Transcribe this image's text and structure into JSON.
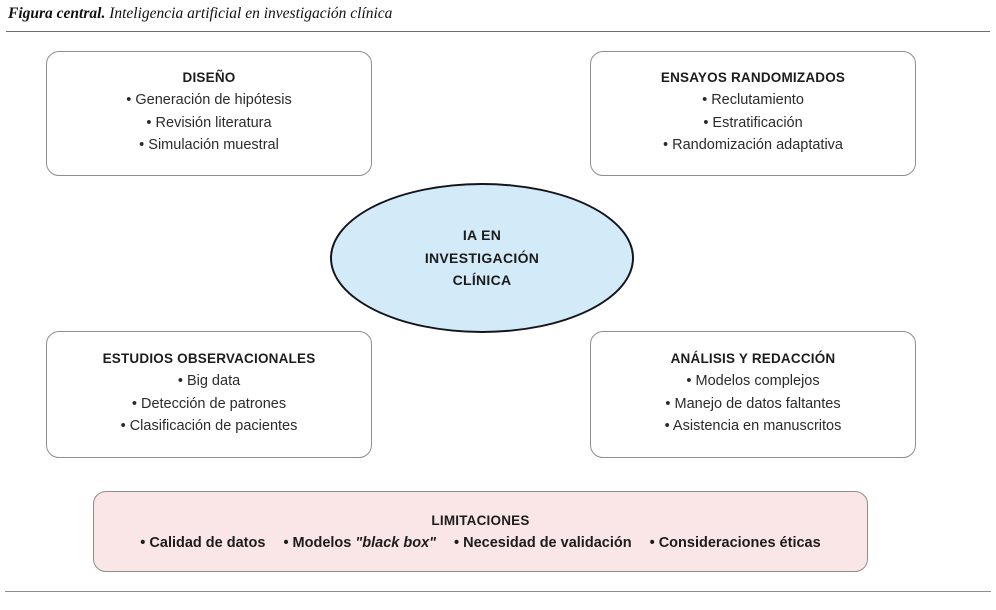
{
  "caption": {
    "label": "Figura central.",
    "text": " Inteligencia artificial en investigación clínica"
  },
  "center": {
    "name": "central-concept",
    "lines": [
      "IA EN",
      "INVESTIGACIÓN",
      "CLÍNICA"
    ],
    "fill_color": "#d3ebf9",
    "border_color": "#14141e"
  },
  "boxes": [
    {
      "id": "diseno",
      "title": "DISEÑO",
      "items": [
        "• Generación de hipótesis",
        "• Revisión literatura",
        "• Simulación muestral"
      ]
    },
    {
      "id": "ensayos",
      "title": "ENSAYOS RANDOMIZADOS",
      "items": [
        "• Reclutamiento",
        "• Estratificación",
        "• Randomización adaptativa"
      ]
    },
    {
      "id": "observacionales",
      "title": "ESTUDIOS OBSERVACIONALES",
      "items": [
        "• Big data",
        "• Detección de patrones",
        "• Clasificación de pacientes"
      ]
    },
    {
      "id": "analisis",
      "title": "ANÁLISIS Y REDACCIÓN",
      "items": [
        "• Modelos complejos",
        "• Manejo de datos faltantes",
        "• Asistencia en manuscritos"
      ]
    }
  ],
  "limitations": {
    "title": "LIMITACIONES",
    "fill_color": "#fae6e6",
    "border_color": "#8e8e8e",
    "items": [
      {
        "bullet": "•",
        "text": "Calidad de datos"
      },
      {
        "bullet": "•",
        "text_before": "Modelos ",
        "text_italic": "\"black box\""
      },
      {
        "bullet": "•",
        "text": "Necesidad de validación"
      },
      {
        "bullet": "•",
        "text": "Consideraciones éticas"
      }
    ],
    "line_plain": "• Calidad de datos  • Modelos \"black box\" • Necesidad de validación • Consideraciones éticas"
  },
  "rules": {
    "top_color": "#6f6f6f",
    "bottom_color": "#8c8c8c"
  }
}
